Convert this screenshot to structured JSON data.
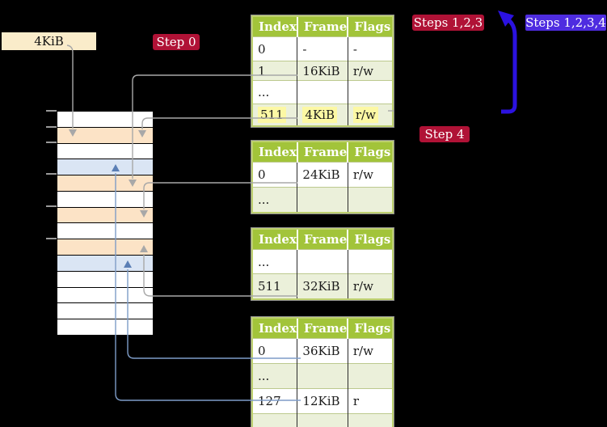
{
  "labels": {
    "frame_label": "4KiB",
    "step0": "Step 0",
    "steps_123": "Steps 1,2,3",
    "steps_1234": "Steps 1,2,3,4",
    "step4": "Step 4"
  },
  "colors": {
    "step_badge_red": "#b01236",
    "steps_badge_blue": "#4e2ce0",
    "frame_label_bg": "#faecca",
    "table_header_green": "#a2c43a",
    "table_row_alt_green": "#ebf0da",
    "highlight_yellow": "#fcf8a4",
    "memory_frame_orange": "#fce3c6",
    "memory_frame_blue": "#dae5f4",
    "arrow_gray": "#a8a8a8",
    "arrow_thin_blue": "#7e9cc7",
    "arrow_thick_blue": "#2b12e0"
  },
  "tables": [
    {
      "name": "level-4-table",
      "headers": [
        "Index",
        "Frame",
        "Flags"
      ],
      "rows": [
        {
          "cells": [
            "0",
            "-",
            "-"
          ]
        },
        {
          "cells": [
            "1",
            "16KiB",
            "r/w"
          ]
        },
        {
          "cells": [
            "...",
            "",
            ""
          ]
        },
        {
          "cells": [
            "511",
            "4KiB",
            "r/w"
          ]
        }
      ]
    },
    {
      "name": "level-3-table",
      "headers": [
        "Index",
        "Frame",
        "Flags"
      ],
      "rows": [
        {
          "cells": [
            "0",
            "24KiB",
            "r/w"
          ]
        },
        {
          "cells": [
            "...",
            "",
            ""
          ]
        }
      ]
    },
    {
      "name": "level-2-table",
      "headers": [
        "Index",
        "Frame",
        "Flags"
      ],
      "rows": [
        {
          "cells": [
            "...",
            "",
            ""
          ]
        },
        {
          "cells": [
            "511",
            "32KiB",
            "r/w"
          ]
        }
      ]
    },
    {
      "name": "level-1-table",
      "headers": [
        "Index",
        "Frame",
        "Flags"
      ],
      "rows": [
        {
          "cells": [
            "0",
            "36KiB",
            "r/w"
          ]
        },
        {
          "cells": [
            "...",
            "",
            ""
          ]
        },
        {
          "cells": [
            "127",
            "12KiB",
            "r"
          ]
        },
        {
          "cells": [
            "...",
            "",
            ""
          ]
        }
      ]
    }
  ],
  "memory": {
    "rows": [
      {
        "css": "mem-row c-white"
      },
      {
        "css": "mem-row c-orange"
      },
      {
        "css": "mem-row c-white"
      },
      {
        "css": "mem-row c-blue"
      },
      {
        "css": "mem-row c-orange"
      },
      {
        "css": "mem-row c-white"
      },
      {
        "css": "mem-row c-orange"
      },
      {
        "css": "mem-row c-white"
      },
      {
        "css": "mem-row c-orange"
      },
      {
        "css": "mem-row c-blue"
      },
      {
        "css": "mem-row c-white"
      },
      {
        "css": "mem-row c-white"
      },
      {
        "css": "mem-row c-white"
      },
      {
        "css": "mem-row c-white"
      }
    ]
  }
}
